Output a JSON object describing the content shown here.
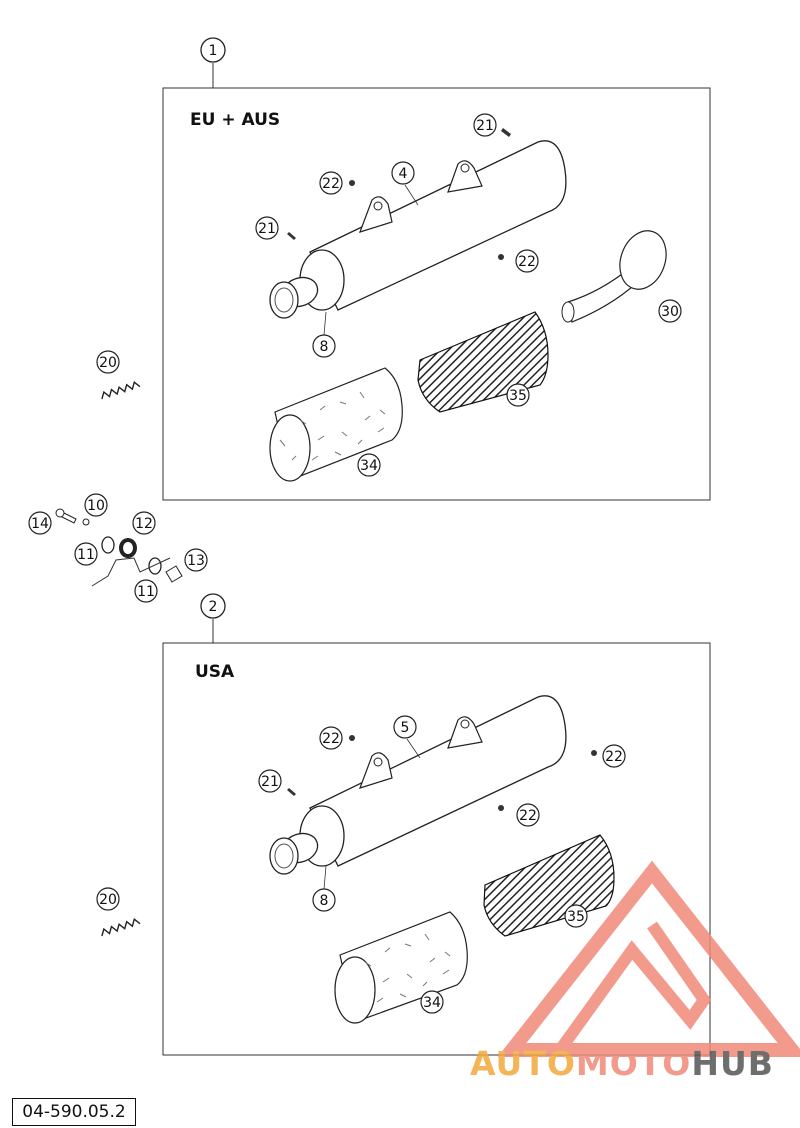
{
  "regions": {
    "eu": {
      "label": "EU + AUS",
      "assembly_number": "1"
    },
    "usa": {
      "label": "USA",
      "assembly_number": "2"
    }
  },
  "callouts": {
    "eu_21_top": "21",
    "eu_22_top": "22",
    "eu_4": "4",
    "eu_21_left": "21",
    "eu_22_bottom": "22",
    "eu_8": "8",
    "eu_30": "30",
    "eu_35": "35",
    "eu_34": "34",
    "c20_top": "20",
    "c14": "14",
    "c10": "10",
    "c12": "12",
    "c11_top": "11",
    "c13": "13",
    "c11_bottom": "11",
    "usa_22_top": "22",
    "usa_5": "5",
    "usa_22_right": "22",
    "usa_21": "21",
    "usa_22_bottom": "22",
    "usa_8": "8",
    "c20_bottom": "20",
    "usa_35": "35",
    "usa_34": "34"
  },
  "document_id": "04-590.05.2",
  "watermark": {
    "part1": "AUTO",
    "part2": "MOTO",
    "part3": "HUB",
    "color_auto": "#f2a93b",
    "color_moto": "#f08a7a",
    "color_hub": "#555555"
  }
}
